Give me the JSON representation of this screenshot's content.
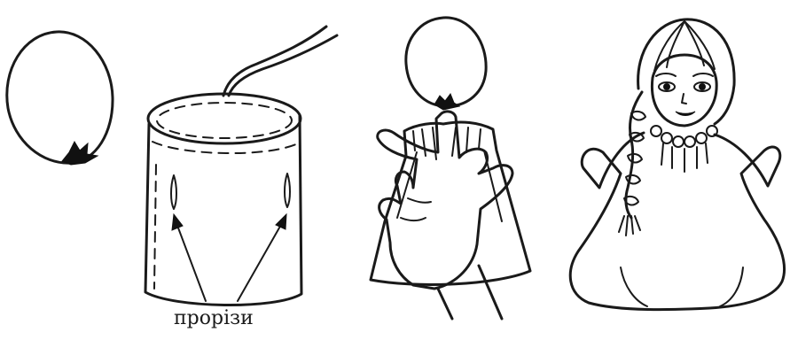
{
  "labels": {
    "slits": "прорізи"
  },
  "colors": {
    "ink": "#1a1a1a",
    "background": "#ffffff"
  },
  "steps": [
    {
      "id": "step-1",
      "depicts": "ball-head"
    },
    {
      "id": "step-2",
      "depicts": "fabric-cylinder-with-slits"
    },
    {
      "id": "step-3",
      "depicts": "head-on-finger-in-dress"
    },
    {
      "id": "step-4",
      "depicts": "finished-doll-puppet"
    }
  ]
}
